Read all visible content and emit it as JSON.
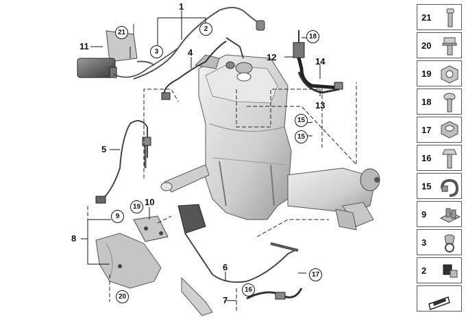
{
  "callouts": {
    "n1": "1",
    "n2": "2",
    "n3": "3",
    "n4": "4",
    "n5": "5",
    "n6": "6",
    "n7": "7",
    "n8": "8",
    "n9": "9",
    "n10": "10",
    "n11": "11",
    "n12": "12",
    "n13": "13",
    "n14": "14",
    "n15a": "15",
    "n15b": "15",
    "n16": "16",
    "n17": "17",
    "n18": "18",
    "n19": "19",
    "n20": "20",
    "n21": "21"
  },
  "parts_panel": {
    "items": [
      {
        "num": "21",
        "icon": "small-screw-icon"
      },
      {
        "num": "20",
        "icon": "flange-bolt-icon"
      },
      {
        "num": "19",
        "icon": "hex-nut-icon"
      },
      {
        "num": "18",
        "icon": "torx-screw-icon"
      },
      {
        "num": "17",
        "icon": "collar-nut-icon"
      },
      {
        "num": "16",
        "icon": "hex-bolt-icon"
      },
      {
        "num": "15",
        "icon": "hose-clamp-icon"
      },
      {
        "num": "9",
        "icon": "rubber-mount-icon"
      },
      {
        "num": "3",
        "icon": "cable-holder-icon"
      },
      {
        "num": "2",
        "icon": "cable-clip-icon"
      },
      {
        "num": "",
        "icon": "gasket-plate-icon"
      }
    ]
  },
  "colors": {
    "line": "#1a1a1a",
    "part_fill": "#d9d9d9",
    "part_shade": "#a8a8a8"
  }
}
